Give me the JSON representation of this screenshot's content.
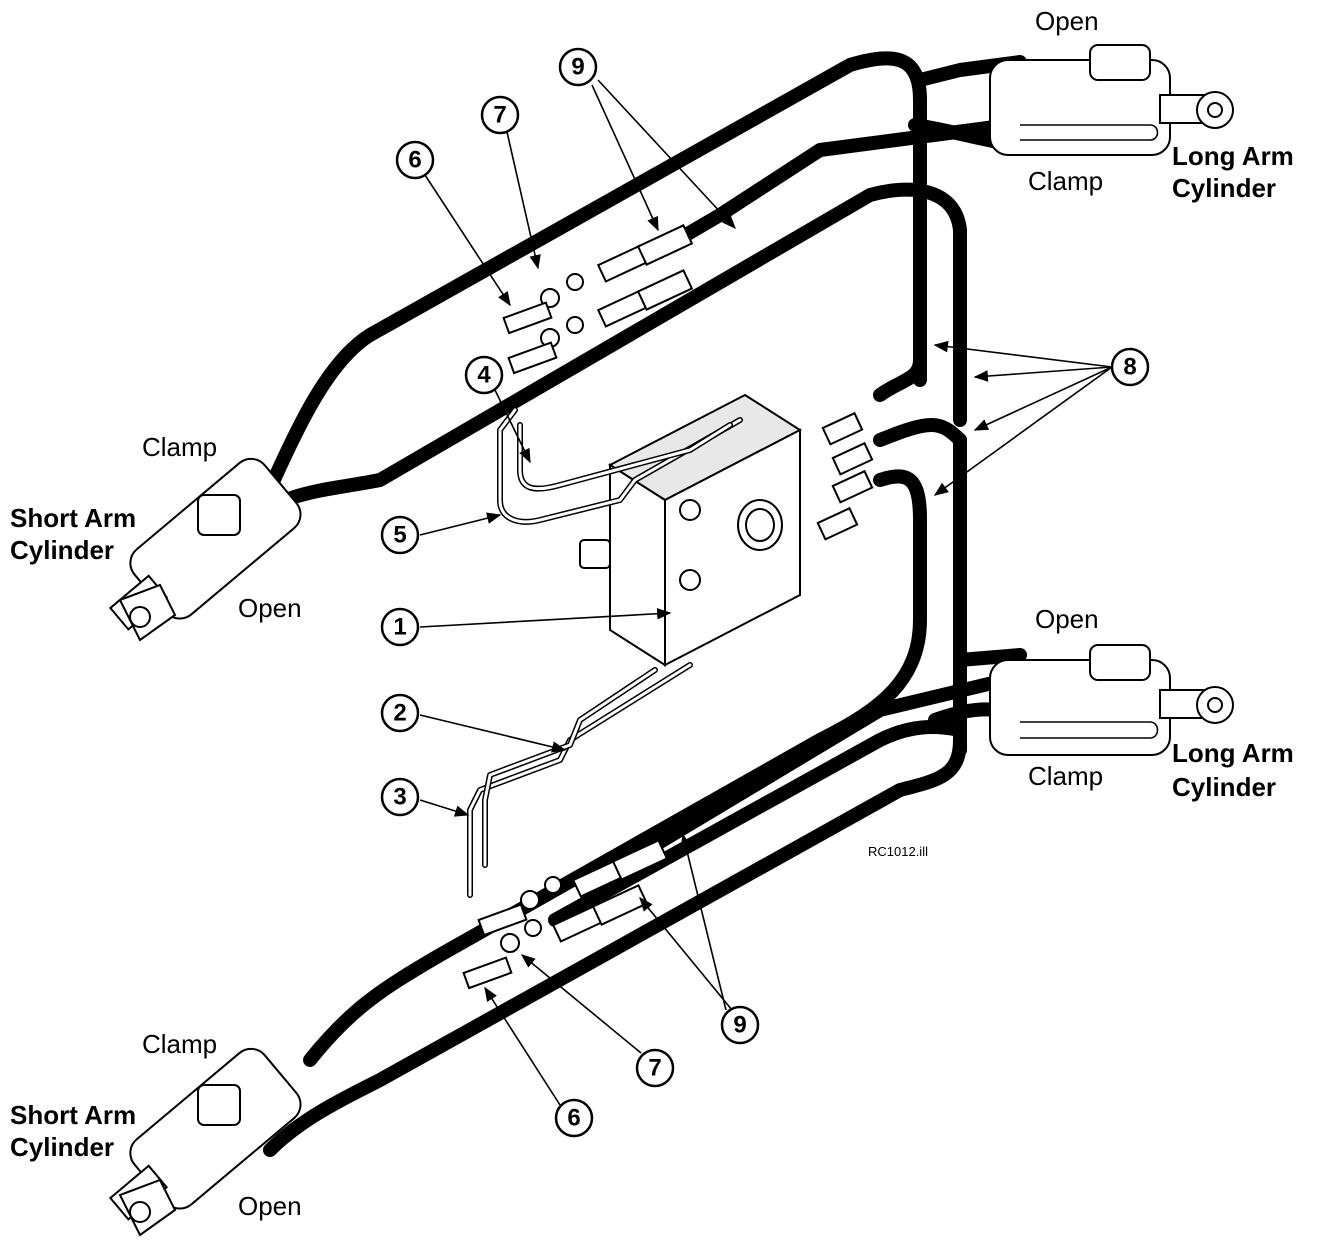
{
  "labels": {
    "open": "Open",
    "clamp": "Clamp",
    "long_arm_cylinder_line1": "Long Arm",
    "long_arm_cylinder_line2": "Cylinder",
    "short_arm_cylinder_line1": "Short Arm",
    "short_arm_cylinder_line2": "Cylinder"
  },
  "callouts": [
    "1",
    "2",
    "3",
    "4",
    "5",
    "6",
    "7",
    "8",
    "9"
  ],
  "reference": "RC1012.ill"
}
